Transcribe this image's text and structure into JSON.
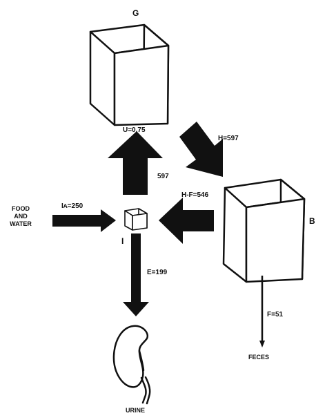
{
  "colors": {
    "ink": "#111111",
    "paper": "#ffffff"
  },
  "compartments": {
    "g_label": "G",
    "b_label": "B",
    "i_label": "I"
  },
  "flows": {
    "u_label": "U=0.75",
    "g_to_i_value": "597",
    "h_label": "H=597",
    "hf_label": "H-F=546",
    "ia_label": "Iᴀ=250",
    "e_label": "E=199",
    "f_label": "F=51"
  },
  "sources_sinks": {
    "food_line1": "FOOD",
    "food_line2": "AND",
    "food_line3": "WATER",
    "urine_label": "URINE",
    "feces_label": "FECES"
  },
  "icons": [
    "cube-icon",
    "arrow-icon",
    "kidney-icon"
  ]
}
